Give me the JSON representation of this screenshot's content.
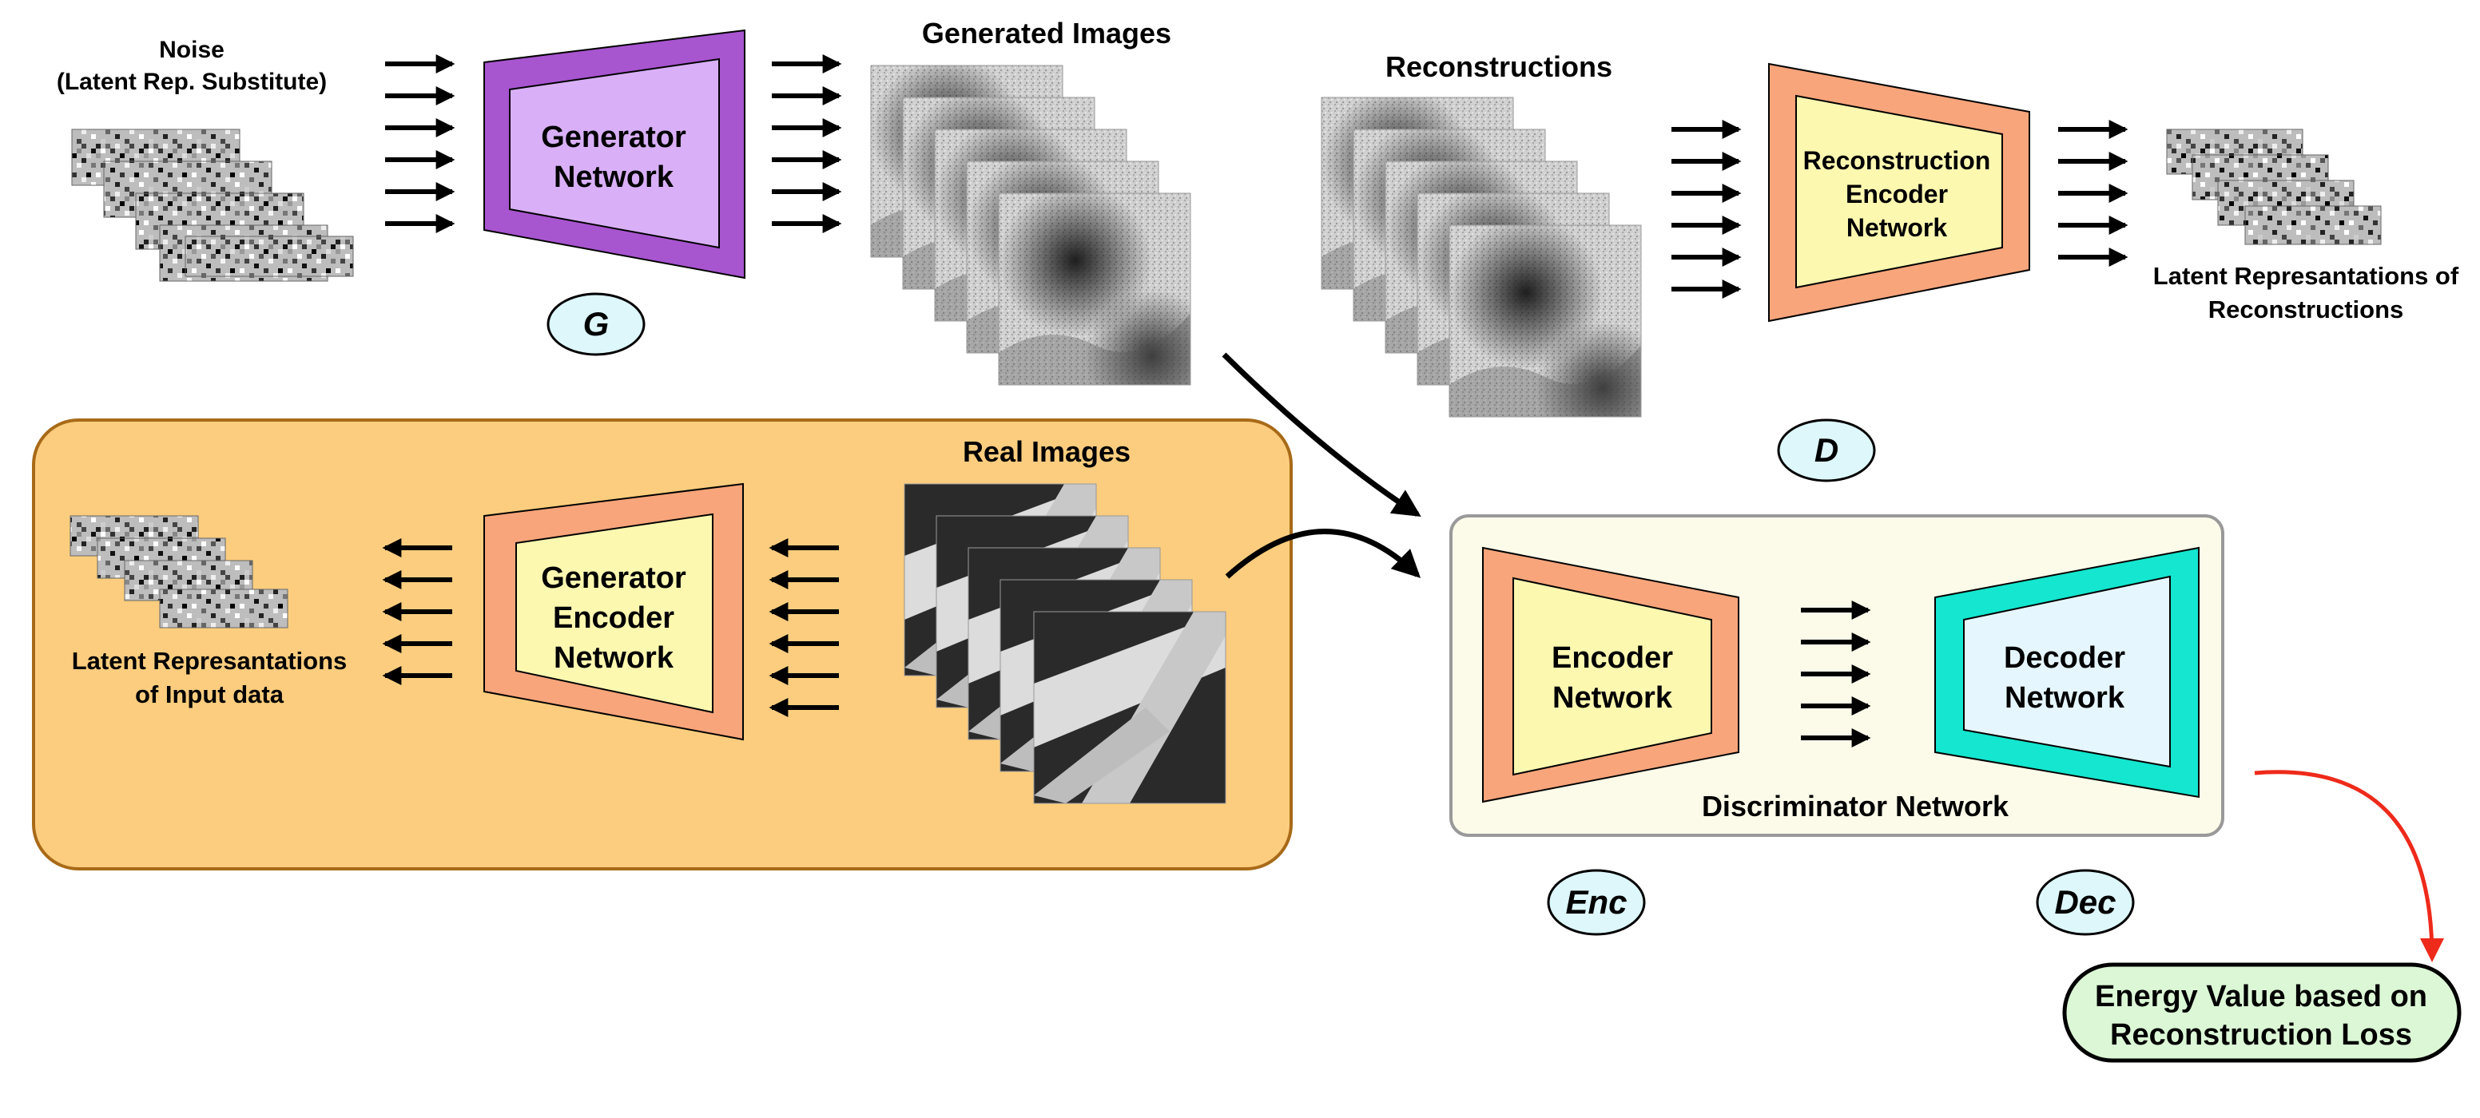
{
  "colors": {
    "generator_outer": "#a855d0",
    "generator_inner": "#d9b0f7",
    "encoder_outer": "#f8a57b",
    "encoder_inner": "#fdf8b0",
    "decoder_outer": "#14e6cf",
    "decoder_inner": "#e6f6ff",
    "real_panel_fill": "#fccd7e",
    "real_panel_stroke": "#a86a18",
    "disc_panel_fill": "#fcfbea",
    "disc_panel_stroke": "#999999",
    "symbol_fill": "#ddf7fb",
    "energy_fill": "#dcf7d6",
    "red_arrow": "#ee2a1a"
  },
  "noise": {
    "line1": "Noise",
    "line2": "(Latent Rep. Substitute)"
  },
  "generator": {
    "line1": "Generator",
    "line2": "Network",
    "symbol": "G"
  },
  "generated_images": {
    "title": "Generated Images"
  },
  "reconstructions": {
    "title": "Reconstructions"
  },
  "reconstruction_encoder": {
    "line1": "Reconstruction",
    "line2": "Encoder",
    "line3": "Network",
    "symbol": "D"
  },
  "latent_reconstructions": {
    "line1": "Latent Represantations of",
    "line2": "Reconstructions"
  },
  "real_images": {
    "title": "Real Images"
  },
  "generator_encoder": {
    "line1": "Generator",
    "line2": "Encoder",
    "line3": "Network"
  },
  "latent_input": {
    "line1": "Latent Represantations",
    "line2": "of Input data"
  },
  "encoder": {
    "line1": "Encoder",
    "line2": "Network",
    "symbol": "Enc"
  },
  "decoder": {
    "line1": "Decoder",
    "line2": "Network",
    "symbol": "Dec"
  },
  "discriminator": {
    "label": "Discriminator Network"
  },
  "energy": {
    "line1": "Energy Value based on",
    "line2": "Reconstruction Loss"
  }
}
